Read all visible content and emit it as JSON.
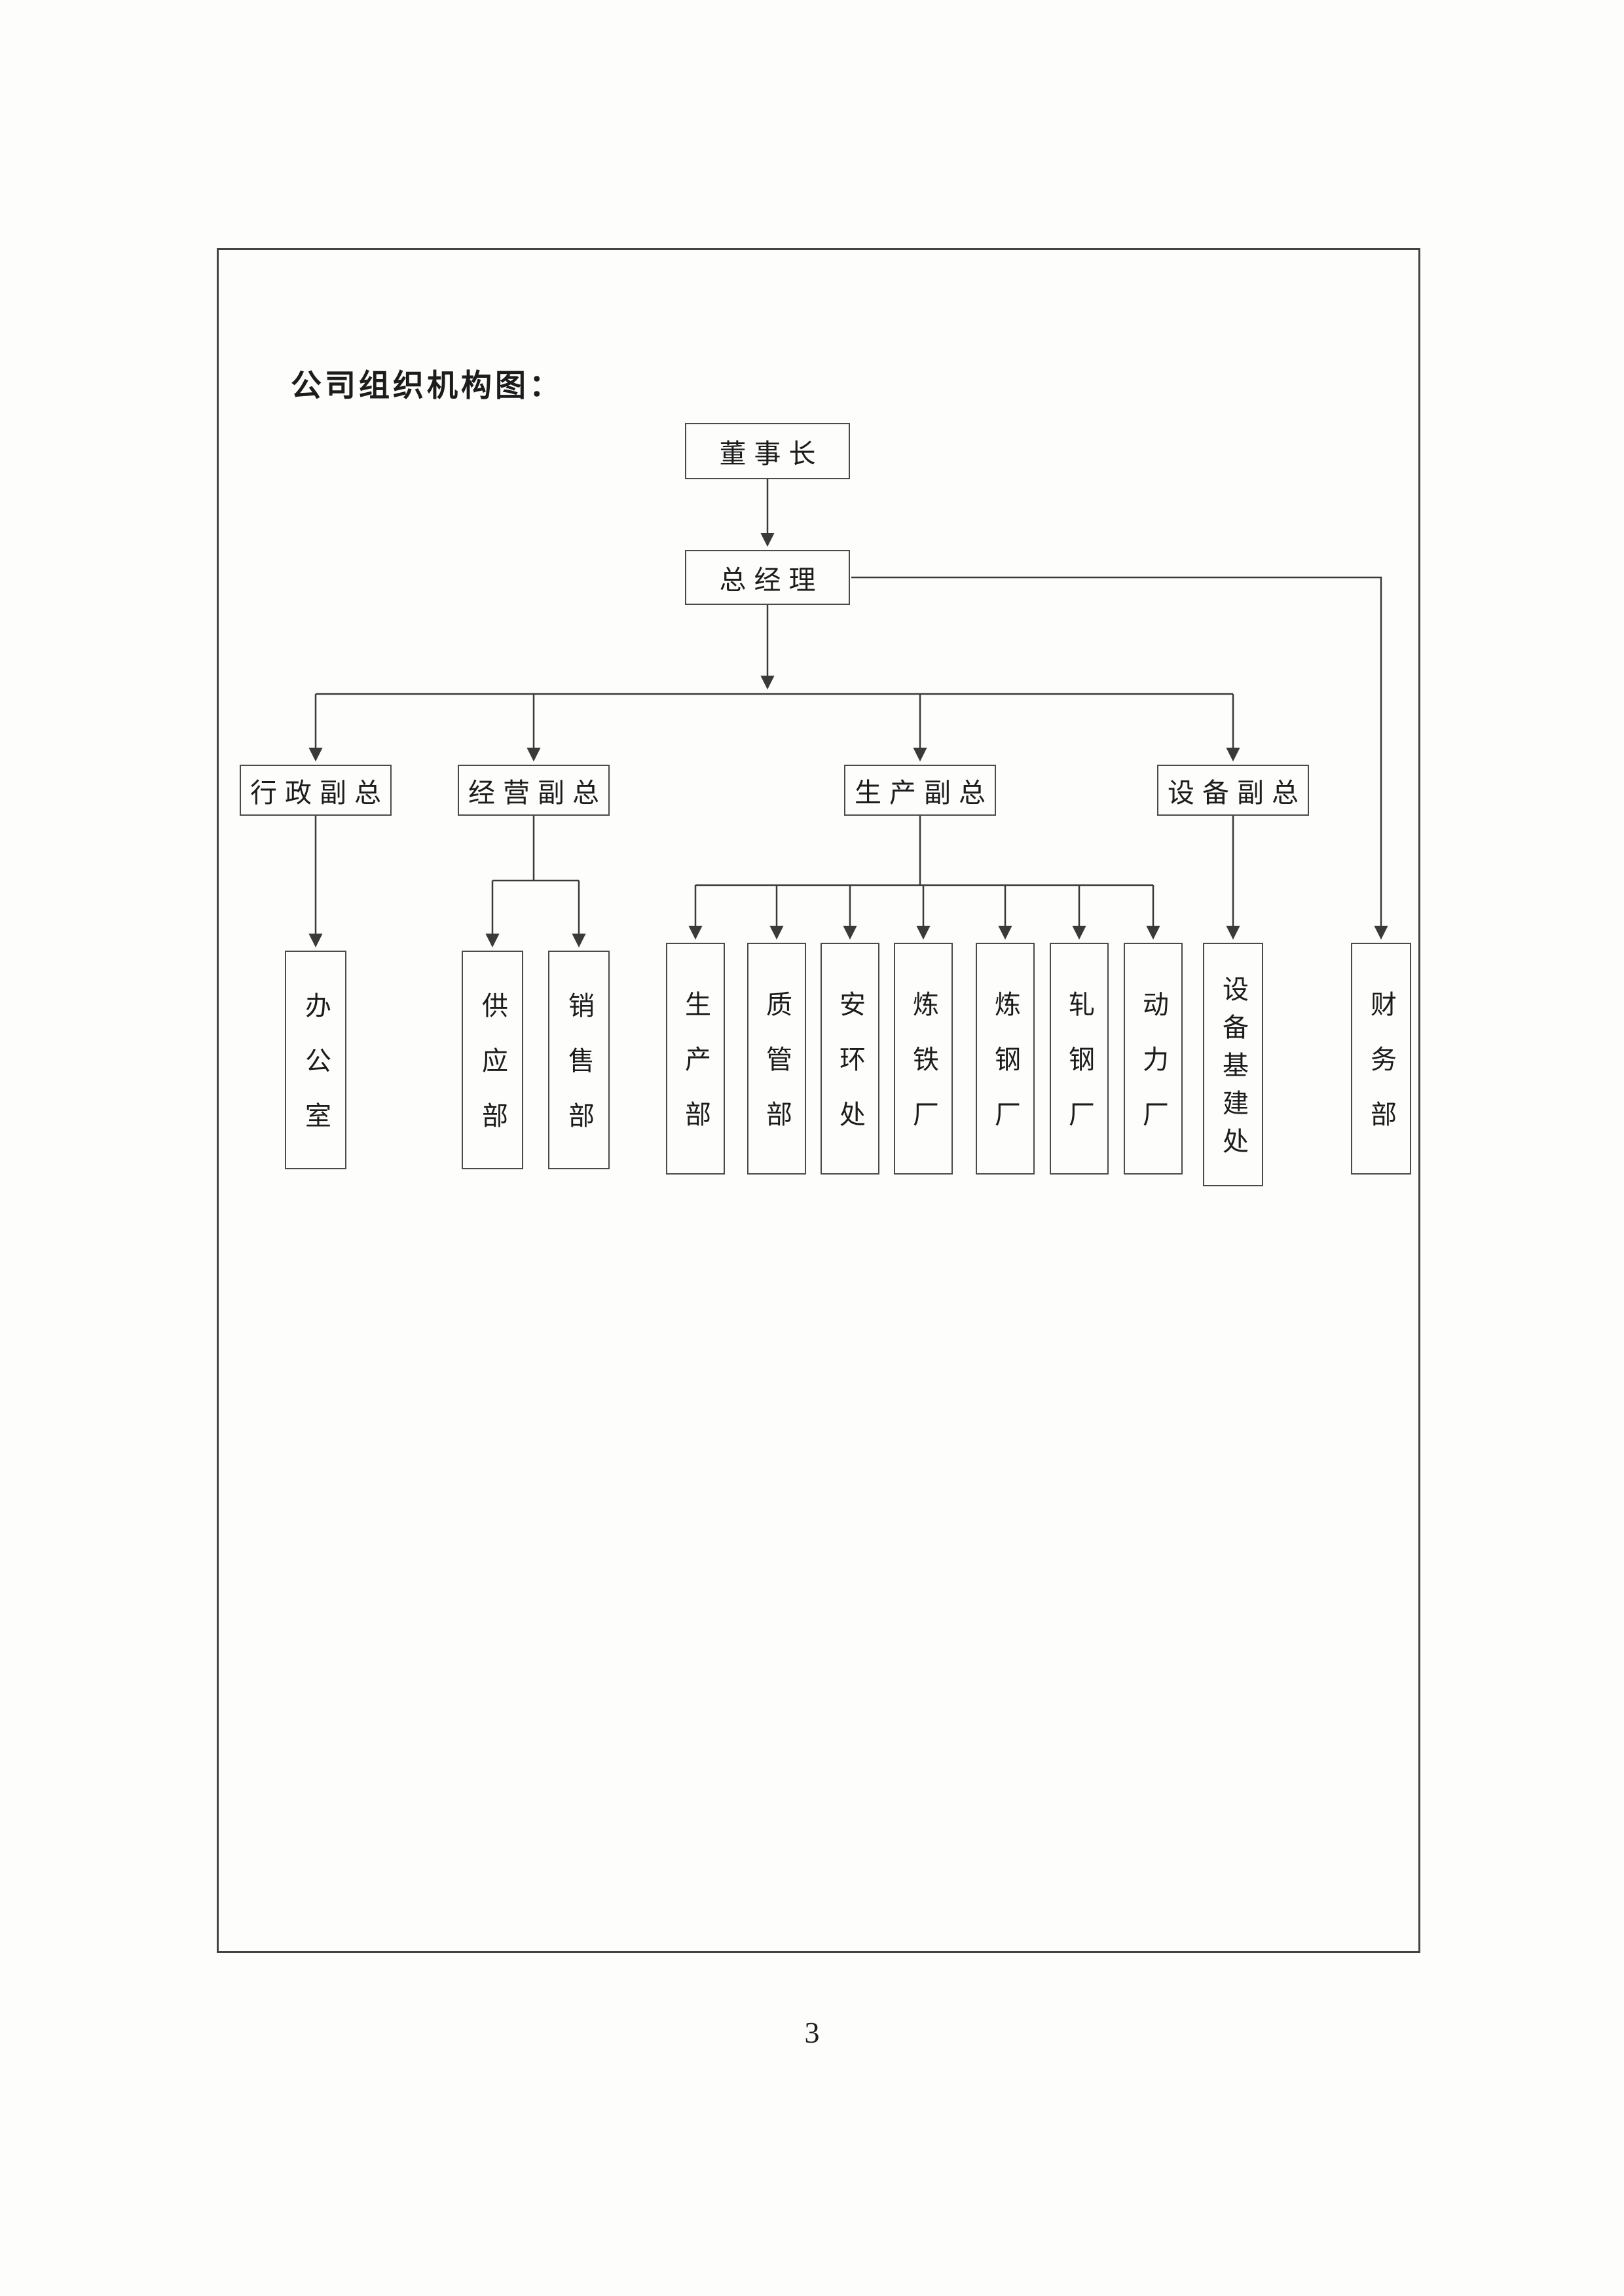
{
  "page": {
    "title": "公司组织机构图：",
    "page_number": "3"
  },
  "org_chart": {
    "nodes": {
      "chairman": "董事长",
      "general_manager": "总经理",
      "admin_vp": "行政副总",
      "operations_vp": "经营副总",
      "production_vp": "生产副总",
      "equipment_vp": "设备副总",
      "office": "办公室",
      "supply_dept": "供应部",
      "sales_dept": "销售部",
      "production_dept": "生产部",
      "quality_dept": "质管部",
      "safety_env_office": "安环处",
      "iron_plant": "炼铁厂",
      "steel_plant": "炼钢厂",
      "rolling_plant": "轧钢厂",
      "power_plant": "动力厂",
      "equipment_infra_office": "设备基建处",
      "finance_dept": "财务部"
    },
    "hierarchy": [
      {
        "from": "董事长",
        "to": [
          "总经理"
        ]
      },
      {
        "from": "总经理",
        "to": [
          "行政副总",
          "经营副总",
          "生产副总",
          "设备副总",
          "财务部"
        ]
      },
      {
        "from": "行政副总",
        "to": [
          "办公室"
        ]
      },
      {
        "from": "经营副总",
        "to": [
          "供应部",
          "销售部"
        ]
      },
      {
        "from": "生产副总",
        "to": [
          "生产部",
          "质管部",
          "安环处",
          "炼铁厂",
          "炼钢厂",
          "轧钢厂",
          "动力厂"
        ]
      },
      {
        "from": "设备副总",
        "to": [
          "设备基建处"
        ]
      }
    ]
  }
}
